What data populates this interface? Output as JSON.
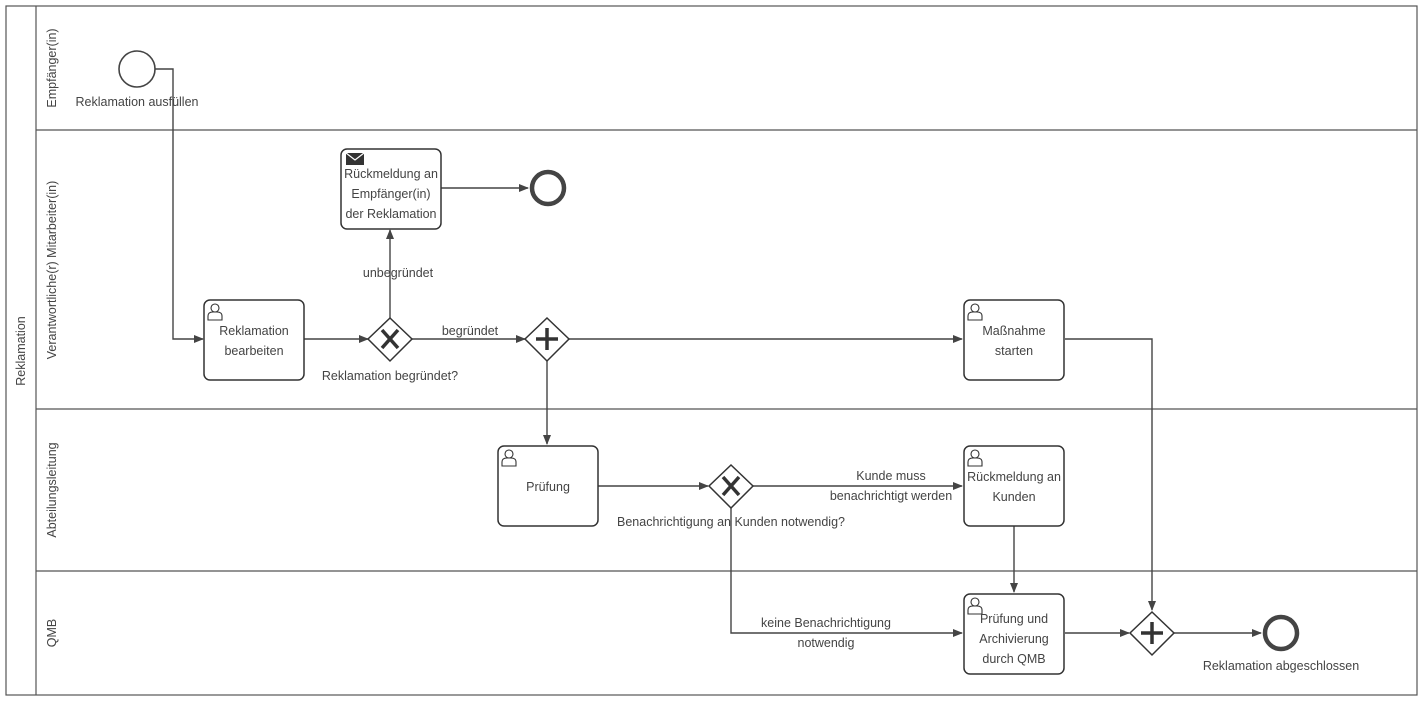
{
  "pool": {
    "label": "Reklamation"
  },
  "lanes": [
    {
      "label": "Empfänger(in)"
    },
    {
      "label": "Verantwortliche(r) Mitarbeiter(in)"
    },
    {
      "label": "Abteilungsleitung"
    },
    {
      "label": "QMB"
    }
  ],
  "events": {
    "start": {
      "label": "Reklamation ausfüllen"
    },
    "end_feedback": {
      "label": ""
    },
    "end_final": {
      "label": "Reklamation abgeschlossen"
    }
  },
  "tasks": {
    "bearbeiten": {
      "lines": [
        "Reklamation",
        "bearbeiten"
      ],
      "type": "user"
    },
    "rueckmeldung_empf": {
      "lines": [
        "Rückmeldung an",
        "Empfänger(in)",
        "der Reklamation"
      ],
      "type": "send"
    },
    "massnahme": {
      "lines": [
        "Maßnahme",
        "starten"
      ],
      "type": "user"
    },
    "pruefung": {
      "lines": [
        "Prüfung"
      ],
      "type": "user"
    },
    "rueckmeldung_kunden": {
      "lines": [
        "Rückmeldung an",
        "Kunden"
      ],
      "type": "user"
    },
    "archivierung": {
      "lines": [
        "Prüfung und",
        "Archivierung",
        "durch QMB"
      ],
      "type": "user"
    }
  },
  "gateways": {
    "begruendet": {
      "label": "Reklamation begründet?",
      "type": "exclusive"
    },
    "parallel_split": {
      "label": "",
      "type": "parallel"
    },
    "benachrichtigung": {
      "label": "Benachrichtigung an Kunden notwendig?",
      "type": "exclusive"
    },
    "parallel_join": {
      "label": "",
      "type": "parallel"
    }
  },
  "flow_labels": {
    "unbegruendet": "unbegründet",
    "begruendet": "begründet",
    "kunde_muss": [
      "Kunde muss",
      "benachrichtigt werden"
    ],
    "keine": [
      "keine Benachrichtigung",
      "notwendig"
    ]
  }
}
